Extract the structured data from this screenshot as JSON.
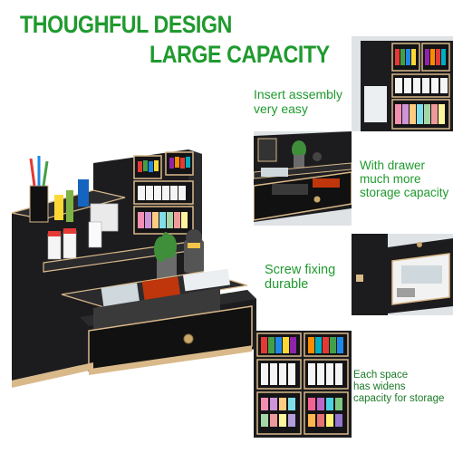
{
  "headline": {
    "line1": "THOUGHFUL DESIGN",
    "line2": "LARGE CAPACITY"
  },
  "features": [
    {
      "lines": [
        "Insert assembly",
        "very easy"
      ]
    },
    {
      "lines": [
        "With drawer",
        "much more",
        "storage capacity"
      ]
    },
    {
      "lines": [
        "Screw fixing",
        "durable"
      ]
    },
    {
      "lines": [
        "Each space",
        "has widens",
        "capacity for storage"
      ]
    }
  ],
  "colors": {
    "headline_green": "#1f9a2e",
    "wood_black": "#1c1c1e",
    "wood_edge": "#d9b98a",
    "background": "#ffffff"
  },
  "icons": [
    "desk-organizer-image",
    "pen-holder-image",
    "drawer-image",
    "screw-image",
    "compartment-image"
  ]
}
